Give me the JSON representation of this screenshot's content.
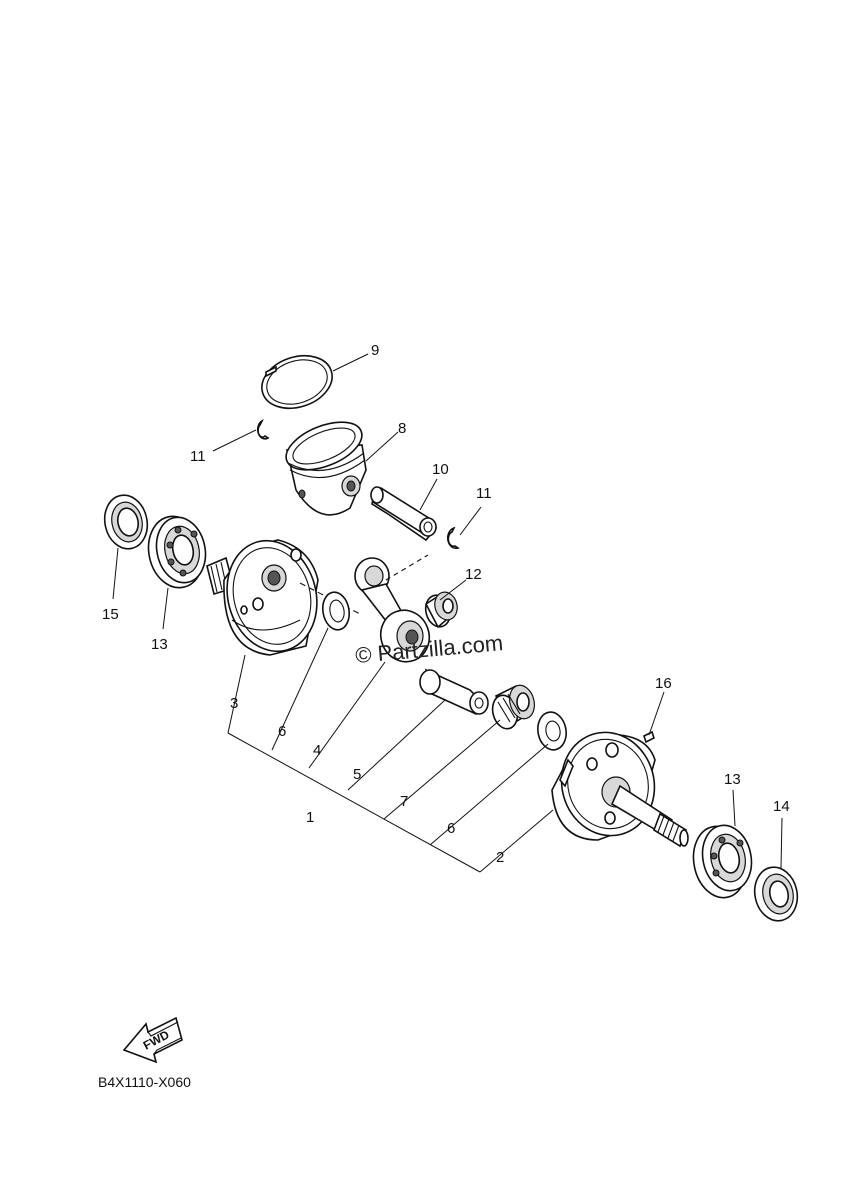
{
  "diagram": {
    "callouts": {
      "c1": "1",
      "c2": "2",
      "c3": "3",
      "c4": "4",
      "c5": "5",
      "c6a": "6",
      "c6b": "6",
      "c7": "7",
      "c8": "8",
      "c9": "9",
      "c10": "10",
      "c11a": "11",
      "c11b": "11",
      "c12": "12",
      "c13a": "13",
      "c13b": "13",
      "c14": "14",
      "c15": "15",
      "c16": "16"
    },
    "watermark": "© Partzilla.com",
    "fwd_label": "FWD",
    "diagram_code": "B4X1110-X060"
  }
}
